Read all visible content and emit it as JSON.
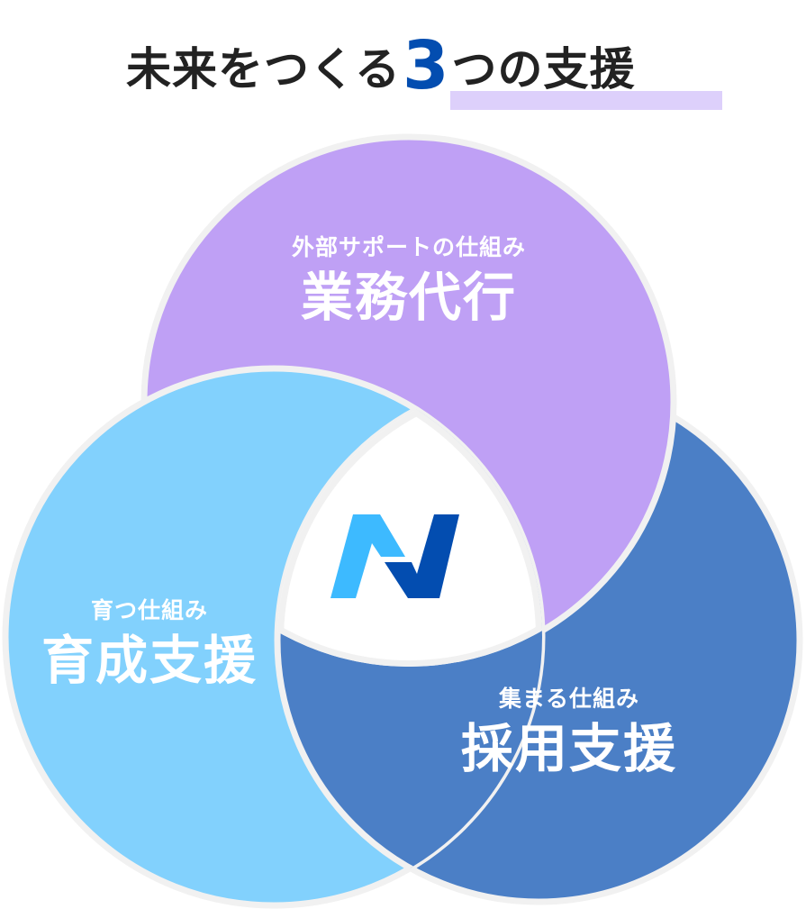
{
  "header": {
    "title_before": "未来をつくる",
    "title_number": "3",
    "title_after": "つの支援",
    "number_color": "#034db0",
    "highlight_color": "#ddd0fb"
  },
  "diagram": {
    "border_color": "#f1f1f1",
    "center_color": "#ffffff",
    "circles": [
      {
        "id": "top",
        "subtitle": "外部サポートの仕組み",
        "title": "業務代行",
        "color": "#bfa0f5"
      },
      {
        "id": "left",
        "subtitle": "育つ仕組み",
        "title": "育成支援",
        "color": "#82d1fd"
      },
      {
        "id": "right",
        "subtitle": "集まる仕組み",
        "title": "採用支援",
        "color": "#4b7fc6"
      }
    ],
    "center_logo": {
      "icon": "n-logo-icon",
      "light_color": "#3dbaff",
      "dark_color": "#034db0"
    }
  }
}
